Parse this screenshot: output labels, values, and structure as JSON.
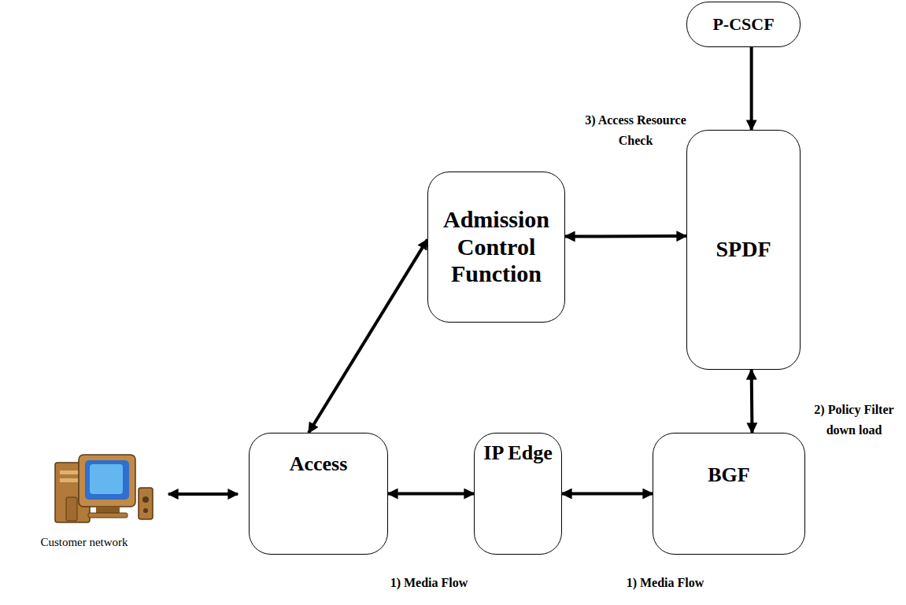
{
  "diagram": {
    "nodes": [
      {
        "text": [
          "P-CSCF"
        ]
      },
      {
        "text": [
          "Admission Control Function"
        ]
      },
      {
        "text": [
          "SPDF"
        ]
      },
      {
        "text": [
          "Access"
        ]
      },
      {
        "text": [
          "IP Edge"
        ]
      },
      {
        "text": [
          "BGF"
        ]
      }
    ],
    "edges": [
      {
        "from": 0,
        "to": 2,
        "arrow": "to"
      },
      {
        "from": 1,
        "to": 2,
        "arrow": "both"
      },
      {
        "from": 1,
        "to": 3,
        "arrow": "both"
      },
      {
        "from": 3,
        "to": 4,
        "arrow": "both"
      },
      {
        "from": 4,
        "to": 5,
        "arrow": "both"
      },
      {
        "from": 2,
        "to": 5,
        "arrow": "both"
      }
    ],
    "labels": [
      "3) Access Resource Check",
      "2) Policy Filter down load",
      "1) Media Flow",
      "1) Media Flow",
      "Customer network"
    ]
  }
}
